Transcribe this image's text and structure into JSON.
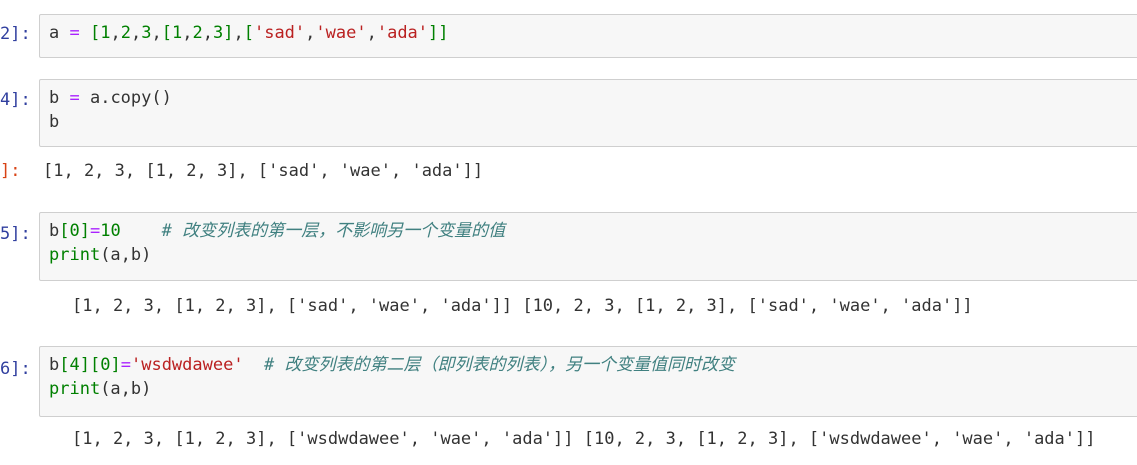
{
  "cells": [
    {
      "prompt": "2]:",
      "code_tokens": [
        {
          "t": "a ",
          "c": ""
        },
        {
          "t": "=",
          "c": "op"
        },
        {
          "t": " [",
          "c": "br"
        },
        {
          "t": "1",
          "c": "num"
        },
        {
          "t": ",",
          "c": ""
        },
        {
          "t": "2",
          "c": "num"
        },
        {
          "t": ",",
          "c": ""
        },
        {
          "t": "3",
          "c": "num"
        },
        {
          "t": ",",
          "c": ""
        },
        {
          "t": "[",
          "c": "br"
        },
        {
          "t": "1",
          "c": "num"
        },
        {
          "t": ",",
          "c": ""
        },
        {
          "t": "2",
          "c": "num"
        },
        {
          "t": ",",
          "c": ""
        },
        {
          "t": "3",
          "c": "num"
        },
        {
          "t": "]",
          "c": "br"
        },
        {
          "t": ",",
          "c": ""
        },
        {
          "t": "[",
          "c": "br"
        },
        {
          "t": "'sad'",
          "c": "str"
        },
        {
          "t": ",",
          "c": ""
        },
        {
          "t": "'wae'",
          "c": "str"
        },
        {
          "t": ",",
          "c": ""
        },
        {
          "t": "'ada'",
          "c": "str"
        },
        {
          "t": "]]",
          "c": "br"
        }
      ]
    },
    {
      "prompt": "4]:",
      "line1": {
        "pre": "b ",
        "op": "=",
        "post": " a.copy()"
      },
      "line2": "b",
      "out_prompt": "]:",
      "output": "[1, 2, 3, [1, 2, 3], ['sad', 'wae', 'ada']]"
    },
    {
      "prompt": "5]:",
      "line1": {
        "pre": "b",
        "br1": "[",
        "num": "0",
        "br2": "]",
        "op": "=",
        "val": "10",
        "comment": "    # 改变列表的第一层，不影响另一个变量的值"
      },
      "line2": {
        "fn": "print",
        "args": "(a,b)"
      },
      "output": "[1, 2, 3, [1, 2, 3], ['sad', 'wae', 'ada']] [10, 2, 3, [1, 2, 3], ['sad', 'wae', 'ada']]"
    },
    {
      "prompt": "6]:",
      "line1": {
        "pre": "b",
        "br1": "[",
        "num1": "4",
        "br2": "][",
        "num2": "0",
        "br3": "]",
        "op": "=",
        "str": "'wsdwdawee'",
        "comment": "  # 改变列表的第二层（即列表的列表），另一个变量值同时改变"
      },
      "line2": {
        "fn": "print",
        "args": "(a,b)"
      },
      "output": "[1, 2, 3, [1, 2, 3], ['wsdwdawee', 'wae', 'ada']] [10, 2, 3, [1, 2, 3], ['wsdwdawee', 'wae', 'ada']]"
    }
  ]
}
